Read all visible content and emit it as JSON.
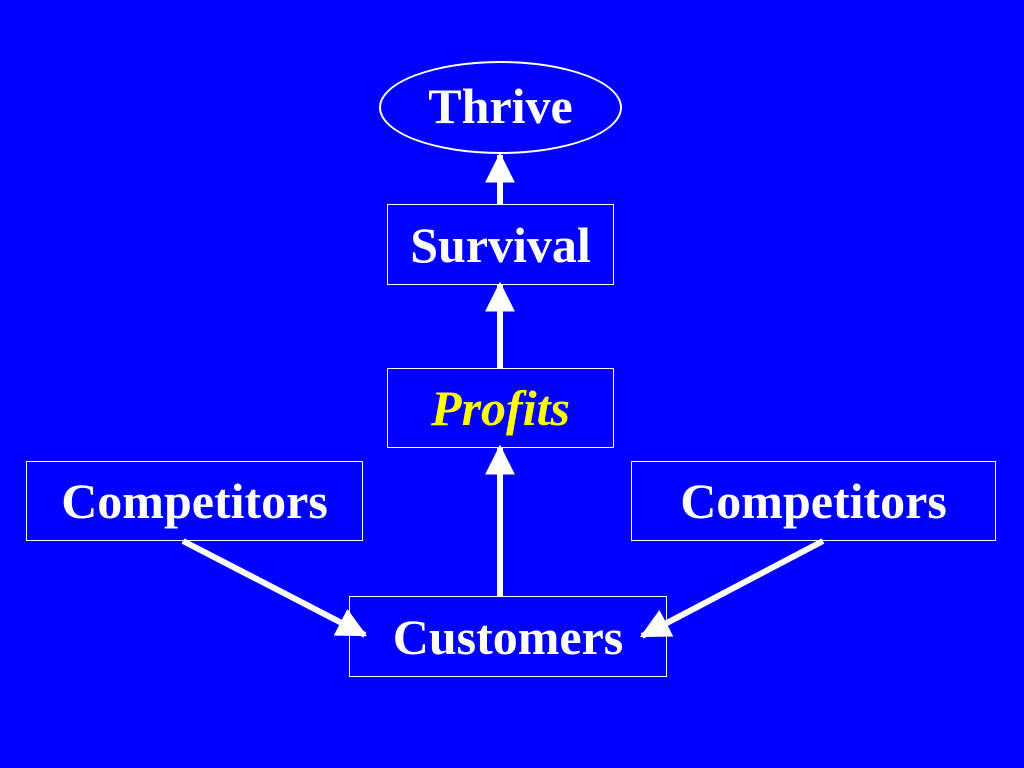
{
  "colors": {
    "background": "#0000FF",
    "text": "#FFFFFF",
    "highlight_text": "#FFFF00",
    "border": "#FFFFFF",
    "arrow": "#FFFFFF"
  },
  "nodes": {
    "thrive": "Thrive",
    "survival": "Survival",
    "profits": "Profits",
    "competitors_left": "Competitors",
    "competitors_right": "Competitors",
    "customers": "Customers"
  },
  "edges": [
    {
      "from": "competitors_left",
      "to": "customers"
    },
    {
      "from": "competitors_right",
      "to": "customers"
    },
    {
      "from": "customers",
      "to": "profits"
    },
    {
      "from": "profits",
      "to": "survival"
    },
    {
      "from": "survival",
      "to": "thrive"
    }
  ]
}
